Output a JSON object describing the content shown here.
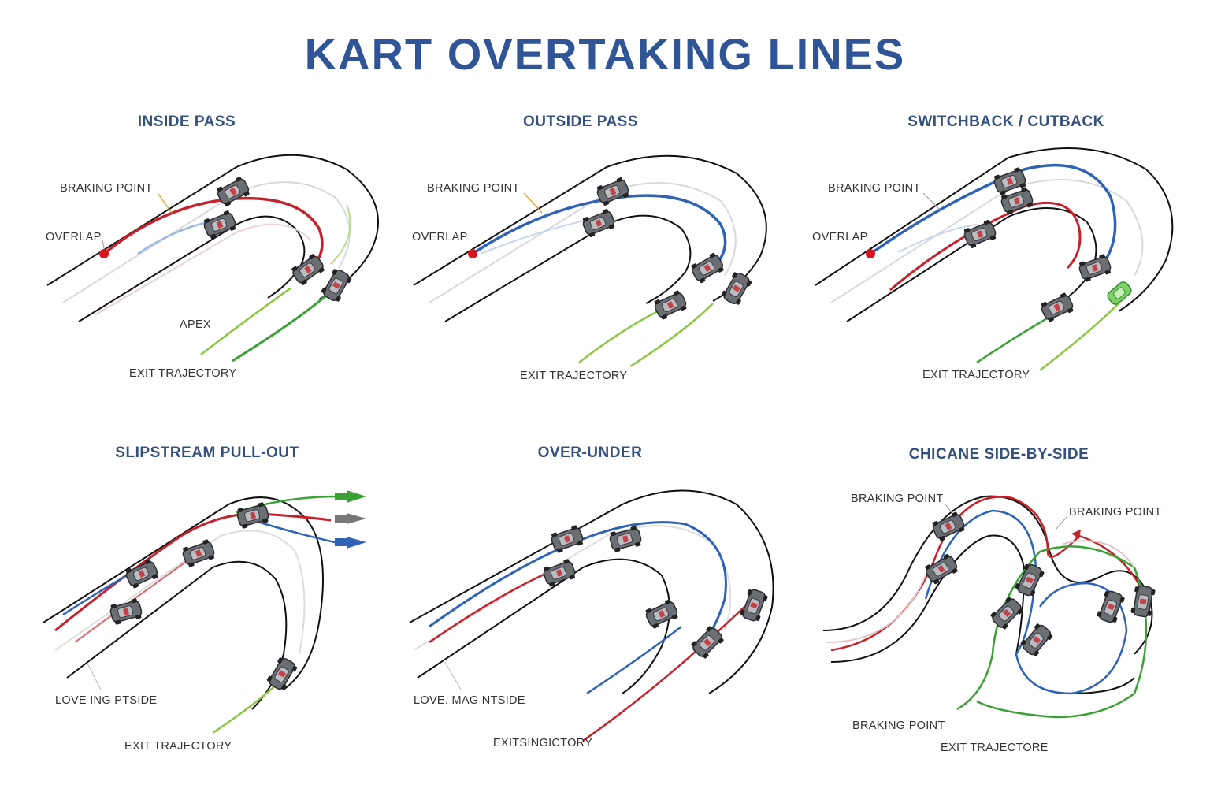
{
  "title": "KART OVERTAKING LINES",
  "colors": {
    "title": "#2f5597",
    "panel_title": "#34507f",
    "red_line": "#c8202a",
    "blue_line": "#2e63b8",
    "green_line": "#3aa235",
    "lime_line": "#8cc63f",
    "marker": "#d9141e"
  },
  "panels": [
    {
      "id": "inside-pass",
      "title": "INSIDE PASS",
      "labels": {
        "braking_point": "BRAKING POINT",
        "overlap": "OVERLAP",
        "apex": "APEX",
        "exit": "EXIT TRAJECTORY"
      }
    },
    {
      "id": "outside-pass",
      "title": "OUTSIDE PASS",
      "labels": {
        "braking_point": "BRAKING POINT",
        "overlap": "OVERLAP",
        "exit": "EXIT TRAJECTORY"
      }
    },
    {
      "id": "switchback",
      "title": "SWITCHBACK / CUTBACK",
      "labels": {
        "braking_point": "BRAKING POINT",
        "overlap": "OVERLAP",
        "exit": "EXIT TRAJECTORY"
      }
    },
    {
      "id": "slipstream",
      "title": "SLIPSTREAM PULL-OUT",
      "labels": {
        "inside": "LOVE ING PTSIDE",
        "exit": "EXIT TRAJECTORY"
      }
    },
    {
      "id": "over-under",
      "title": "OVER-UNDER",
      "labels": {
        "inside": "LOVE. MAG NTSIDE",
        "exit": "EXITSINGICTORY"
      }
    },
    {
      "id": "chicane",
      "title": "CHICANE SIDE-BY-SIDE",
      "labels": {
        "braking_point_1": "BRAKING POINT",
        "braking_point_2": "BRAKING POINT",
        "braking_point_3": "BRAKING POINT",
        "exit": "EXIT TRAJECTORE"
      }
    }
  ]
}
